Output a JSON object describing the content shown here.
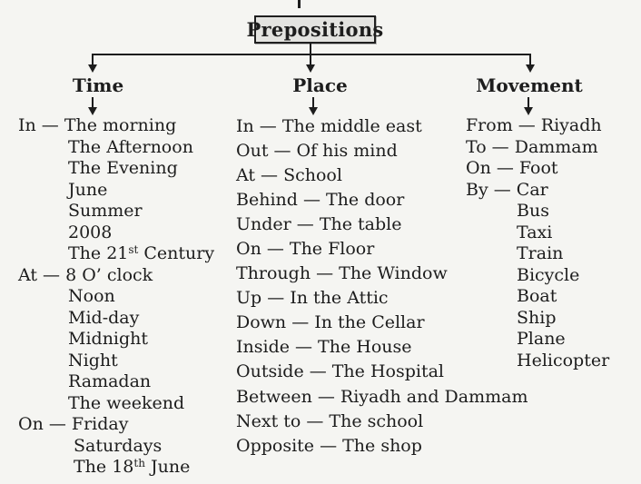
{
  "colors": {
    "ink": "#1d1d1d",
    "background": "#f5f5f2",
    "title_box_fill": "#e3e3e0"
  },
  "title": {
    "label": "Prepositions"
  },
  "columns": [
    {
      "heading": "Time",
      "entries": [
        {
          "text": "In — The morning"
        },
        {
          "text": "The Afternoon"
        },
        {
          "text": "The Evening"
        },
        {
          "text": "June"
        },
        {
          "text": "Summer"
        },
        {
          "text": "2008"
        },
        {
          "text_before": "The 21",
          "sup": "st",
          "text_after": " Century"
        },
        {
          "text": "At — 8 O’ clock"
        },
        {
          "text": "Noon"
        },
        {
          "text": "Mid-day"
        },
        {
          "text": "Midnight"
        },
        {
          "text": "Night"
        },
        {
          "text": "Ramadan"
        },
        {
          "text": "The weekend"
        },
        {
          "text": "On — Friday"
        },
        {
          "text": "Saturdays"
        },
        {
          "text_before": "The 18",
          "sup": "th",
          "text_after": " June"
        }
      ]
    },
    {
      "heading": "Place",
      "entries": [
        {
          "text": "In — The middle east"
        },
        {
          "text": "Out — Of his mind"
        },
        {
          "text": "At — School"
        },
        {
          "text": "Behind — The door"
        },
        {
          "text": "Under — The table"
        },
        {
          "text": "On — The Floor"
        },
        {
          "text": "Through — The Window"
        },
        {
          "text": "Up — In the Attic"
        },
        {
          "text": "Down — In the Cellar"
        },
        {
          "text": "Inside — The House"
        },
        {
          "text": "Outside — The Hospital"
        },
        {
          "text": "Between — Riyadh and Dammam"
        },
        {
          "text": "Next to — The school"
        },
        {
          "text": "Opposite — The shop"
        }
      ]
    },
    {
      "heading": "Movement",
      "entries": [
        {
          "text": "From — Riyadh"
        },
        {
          "text": "To — Dammam"
        },
        {
          "text": "On — Foot"
        },
        {
          "text": "By — Car"
        },
        {
          "text": "Bus"
        },
        {
          "text": "Taxi"
        },
        {
          "text": "Train"
        },
        {
          "text": "Bicycle"
        },
        {
          "text": "Boat"
        },
        {
          "text": "Ship"
        },
        {
          "text": "Plane"
        },
        {
          "text": "Helicopter"
        }
      ]
    }
  ]
}
